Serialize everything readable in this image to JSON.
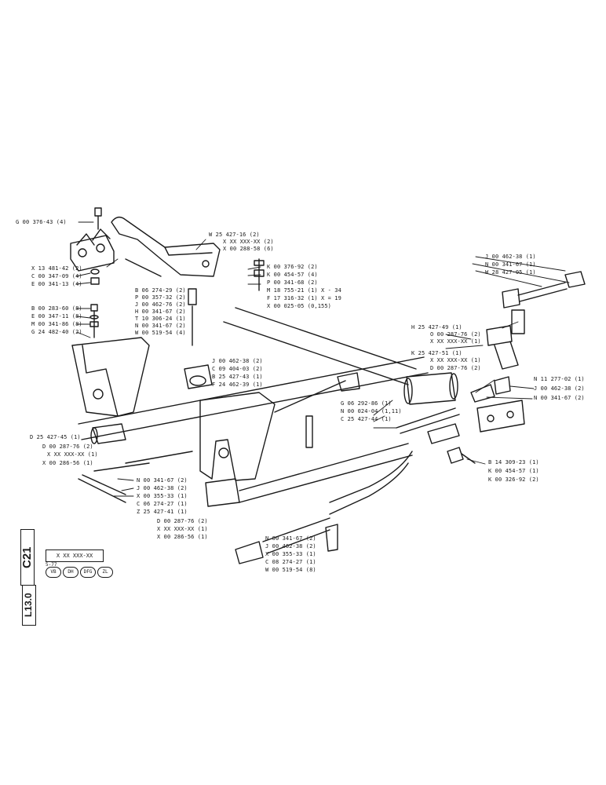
{
  "sheet": {
    "code_1": "C21",
    "code_2": "L13.0",
    "reference": "X XX XXX-XX",
    "date": "5-77",
    "countries": [
      "VB",
      "DH",
      "DFG",
      "ZL"
    ]
  },
  "labels": {
    "bolt_top": "G 00 376-43 (4)",
    "bracket_1": "X 13 481-42 (2)",
    "washer_1": "C 00 347-09 (4)",
    "nut_1": "E 00 341-13 (4)",
    "bolt_2": "B 00 283-60 (8)",
    "washer_2": "E 00 347-11 (8)",
    "nut_2": "M 00 341-86 (8)",
    "bracket_2": "G 24 482-40 (2)",
    "lever_top": "W 25 427-16 (2)",
    "lever_top_a": "X XX XXX-XX (2)",
    "lever_top_b": "X 00 288-58 (6)",
    "rod_a1": "B 06 274-29 (2)",
    "rod_a2": "P 00 357-32 (2)",
    "rod_a3": "J 00 462-76 (2)",
    "rod_a4": "H 00 341-67 (2)",
    "rod_a5": "T 10 306-24 (1)",
    "rod_a6": "N 00 341-67 (2)",
    "rod_a7": "W 00 519-54 (4)",
    "pin_1": "K 00 376-92 (2)",
    "pin_2": "K 00 454-57 (4)",
    "pin_3": "P 00 341-68 (2)",
    "pin_4": "M 18 755-21 (1) X - 34",
    "pin_5": "F 17 316-32 (1) X = 19",
    "pin_6": "X 00 025-05 (0,155)",
    "mid_1": "J 00 462-38 (2)",
    "mid_2": "C 09 404-03 (2)",
    "mid_3": "B 25 427-43 (1)",
    "mid_4": "F 24 462-39 (1)",
    "right_top_1": "J 00 462-38 (1)",
    "right_top_2": "N 00 341-67 (1)",
    "right_top_3": "W 28 427-05 (1)",
    "right_1": "H 25 427-49 (1)",
    "right_2": "O 00 287-76 (2)",
    "right_3": "X XX XXX-XX (1)",
    "right_4": "K 25 427-51 (1)",
    "right_5": "X XX XXX-XX (1)",
    "right_6": "D 00 287-76 (2)",
    "right_7": "N 11 277-02 (1)",
    "right_8": "J 00 462-38 (2)",
    "right_9": "N 00 341-67 (2)",
    "center_1": "G 06 292-86 (1)",
    "center_2": "N 00 024-04 (1,11)",
    "center_3": "C 25 427-44 (1)",
    "rb_1": "B 14 309-23 (1)",
    "rb_2": "K 00 454-57 (1)",
    "rb_3": "K 00 326-92 (2)",
    "left_1": "D 25 427-45 (1)",
    "left_2": "D 00 287-76 (2)",
    "left_3": "X XX XXX-XX (1)",
    "left_4": "X 00 286-56 (1)",
    "left_5": "N 00 341-67 (2)",
    "left_6": "J 00 462-38 (2)",
    "left_7": "X 00 355-33 (1)",
    "left_8": "C 06 274-27 (1)",
    "left_9": "Z 25 427-41 (1)",
    "bot_1": "D 00 287-76 (2)",
    "bot_2": "X XX XXX-XX (1)",
    "bot_3": "X 00 286-56 (1)",
    "bot_4": "N 00 341-67 (2)",
    "bot_5": "J 00 462-38 (2)",
    "bot_6": "X 00 355-33 (1)",
    "bot_7": "C 08 274-27 (1)",
    "bot_8": "W 00 519-54 (8)"
  }
}
